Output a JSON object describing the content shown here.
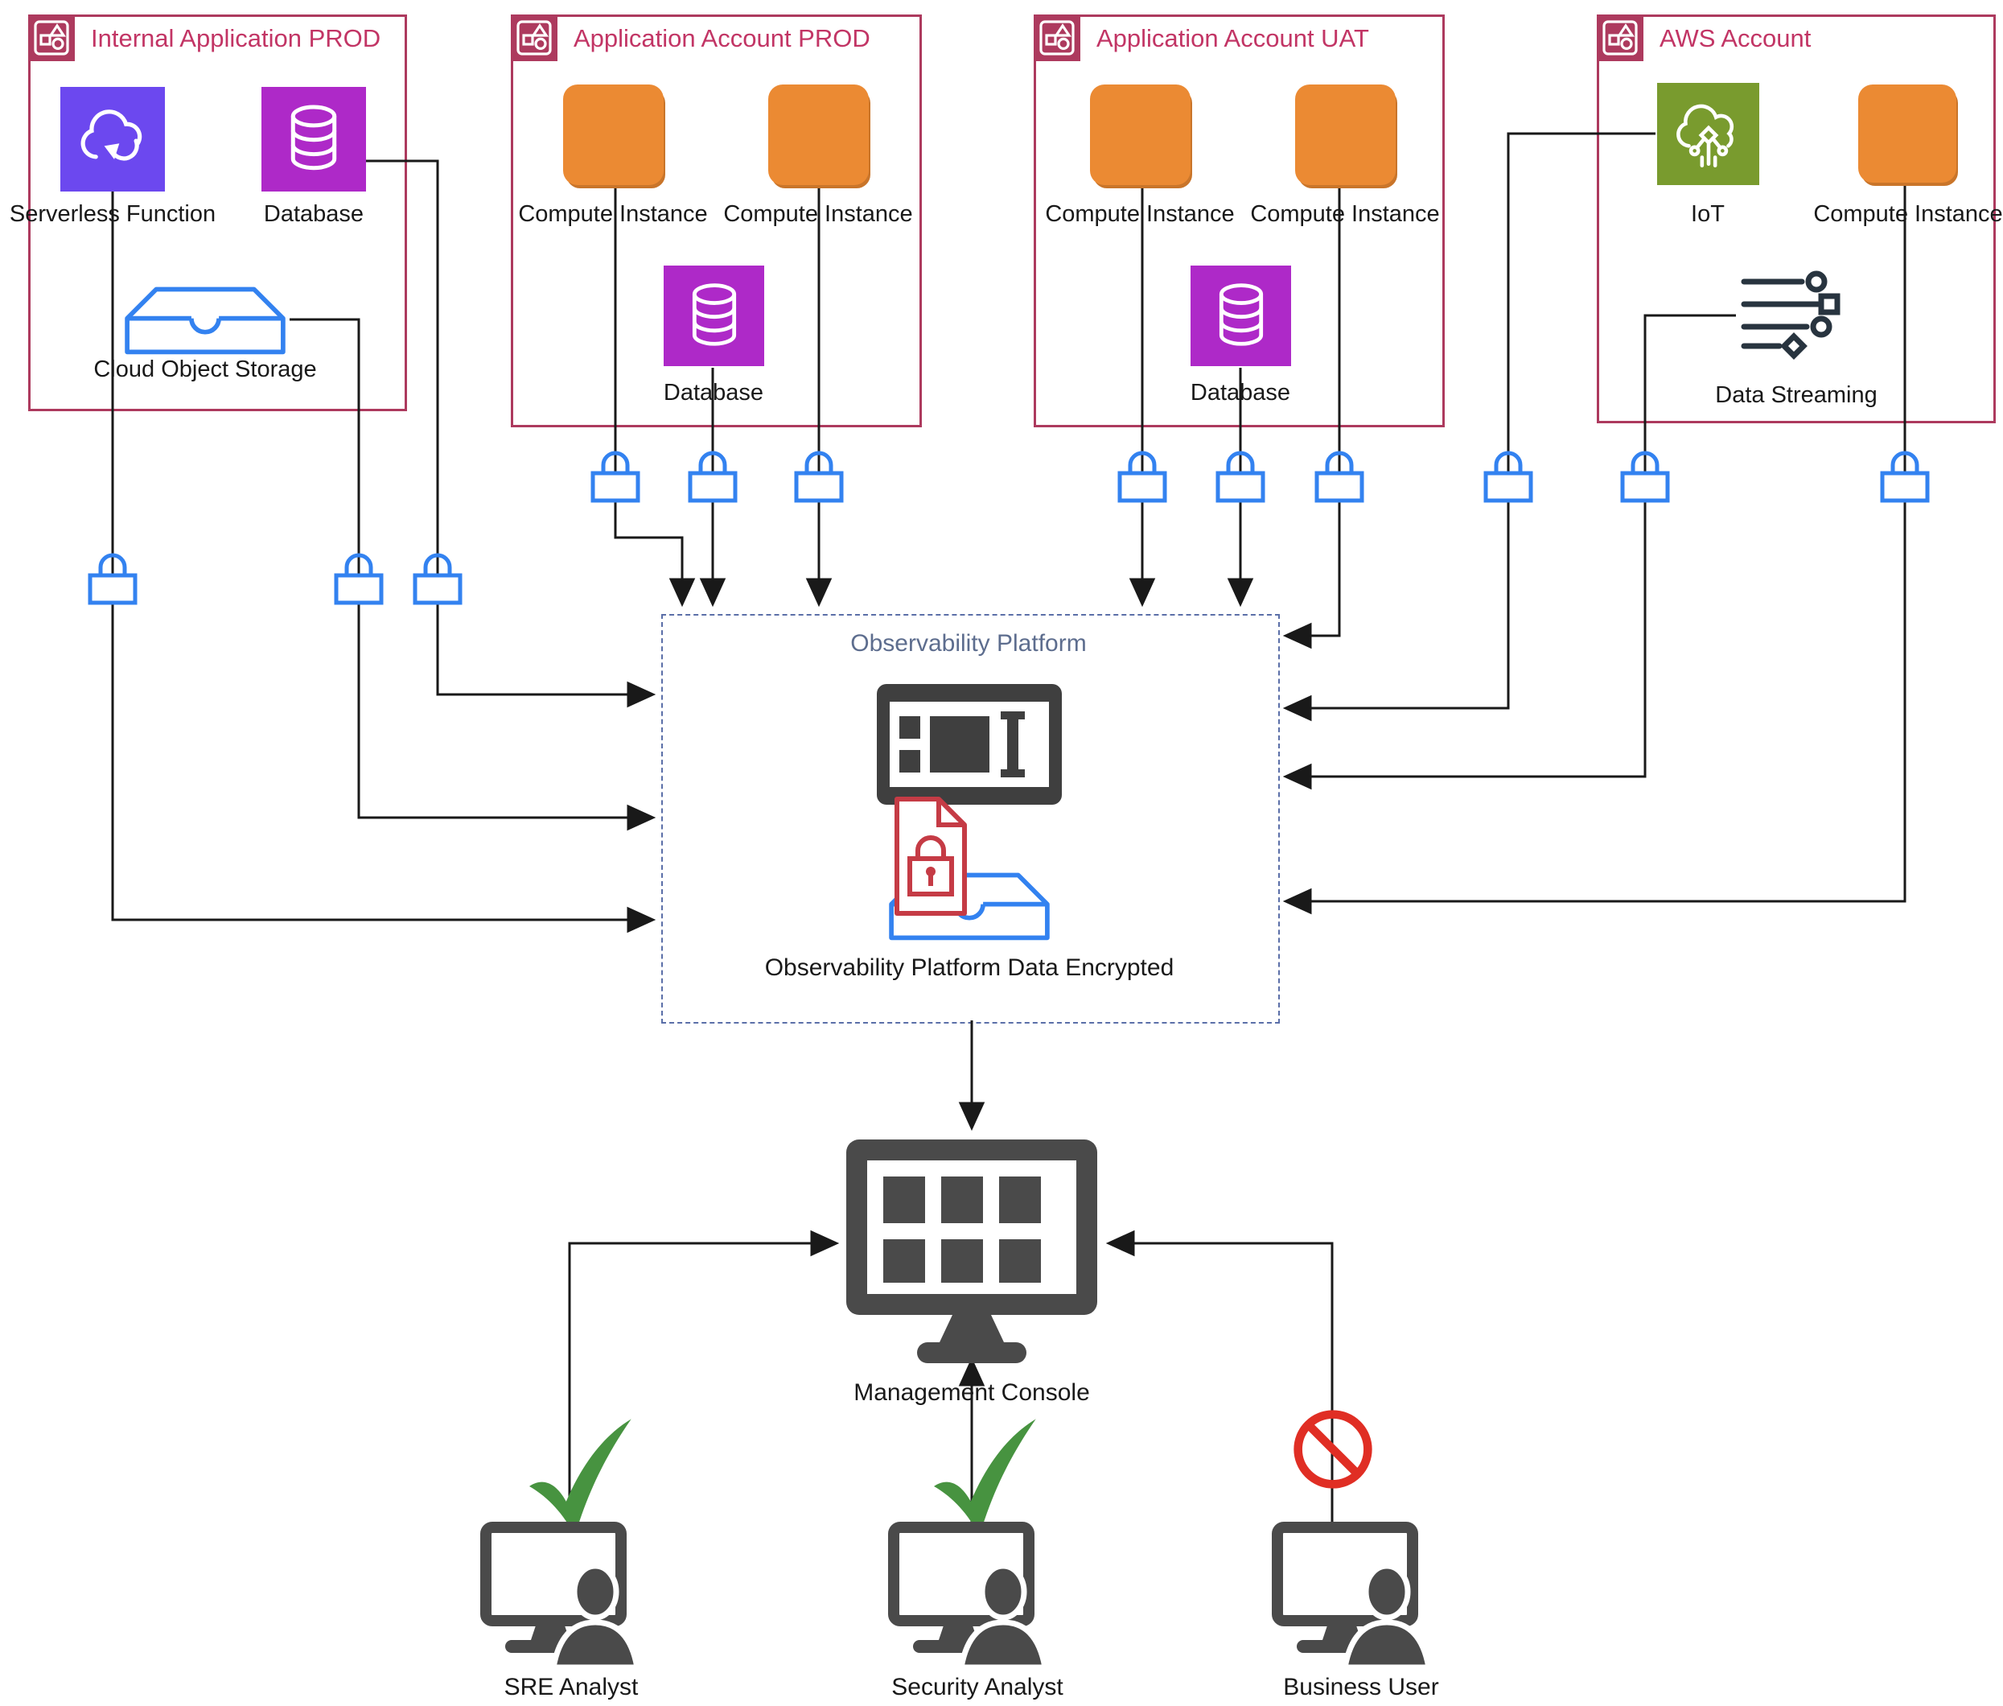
{
  "accounts": [
    {
      "title": "Internal Application PROD"
    },
    {
      "title": "Application Account PROD"
    },
    {
      "title": "Application Account UAT"
    },
    {
      "title": "AWS Account"
    }
  ],
  "labels": {
    "serverless_function": "Serverless Function",
    "database": "Database",
    "cloud_object_storage": "Cloud Object Storage",
    "compute_instance": "Compute Instance",
    "iot": "IoT",
    "data_streaming": "Data Streaming"
  },
  "platform": {
    "title": "Observability Platform",
    "data_label": "Observability Platform Data Encrypted"
  },
  "console": {
    "label": "Management Console"
  },
  "users": [
    {
      "label": "SRE Analyst",
      "status": "allowed"
    },
    {
      "label": "Security Analyst",
      "status": "allowed"
    },
    {
      "label": "Business User",
      "status": "denied"
    }
  ],
  "icons": [
    "resource-group-icon",
    "serverless-function-icon",
    "database-icon",
    "cloud-object-storage-icon",
    "compute-instance-icon",
    "iot-icon",
    "data-streaming-icon",
    "lock-icon",
    "dashboard-icon",
    "encrypted-document-icon",
    "storage-tray-icon",
    "management-console-icon",
    "user-at-computer-icon",
    "check-icon",
    "no-entry-icon"
  ],
  "colors": {
    "account_border": "#ad3a5e",
    "account_title": "#c23565",
    "serverless_purple": "#6c48ef",
    "database_magenta": "#ae29c8",
    "compute_orange": "#eb8a33",
    "iot_green": "#799b2e",
    "data_streaming_dark": "#28343f",
    "lock_blue": "#3382f0",
    "platform_border": "#5b6fa8",
    "platform_title": "#5d6d8e",
    "encrypted_red": "#c53b45",
    "console_gray": "#4a4a4a",
    "check_green": "#479340",
    "denied_red": "#e02e24",
    "connector_black": "#191919"
  }
}
